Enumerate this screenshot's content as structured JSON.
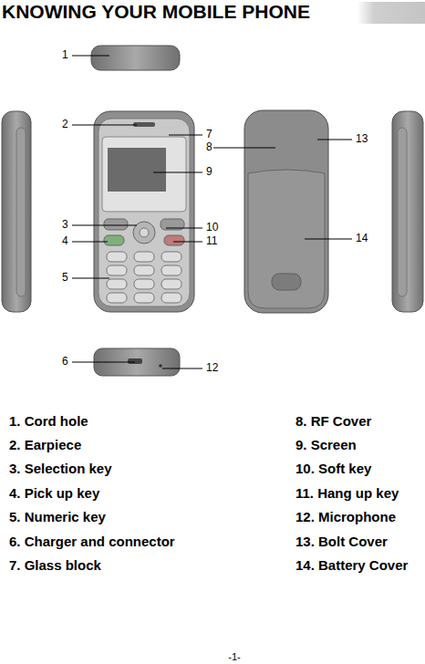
{
  "diagram": {
    "title": "KNOWING YOUR MOBILE PHONE",
    "labels": [
      "1",
      "2",
      "7",
      "8",
      "9",
      "13",
      "3",
      "10",
      "4",
      "11",
      "5",
      "14",
      "6",
      "12",
      "1. Cord hole",
      "2. Earpiece",
      "3. Selection key",
      "4. Pick up key",
      "5. Numeric key",
      "6. Charger and connector",
      "7. Glass block",
      "8. RF Cover",
      "9. Screen",
      "10. Soft key",
      "11. Hang up key",
      "12. Microphone",
      "13. Bolt Cover",
      "14. Battery Cover",
      "-1-"
    ]
  }
}
